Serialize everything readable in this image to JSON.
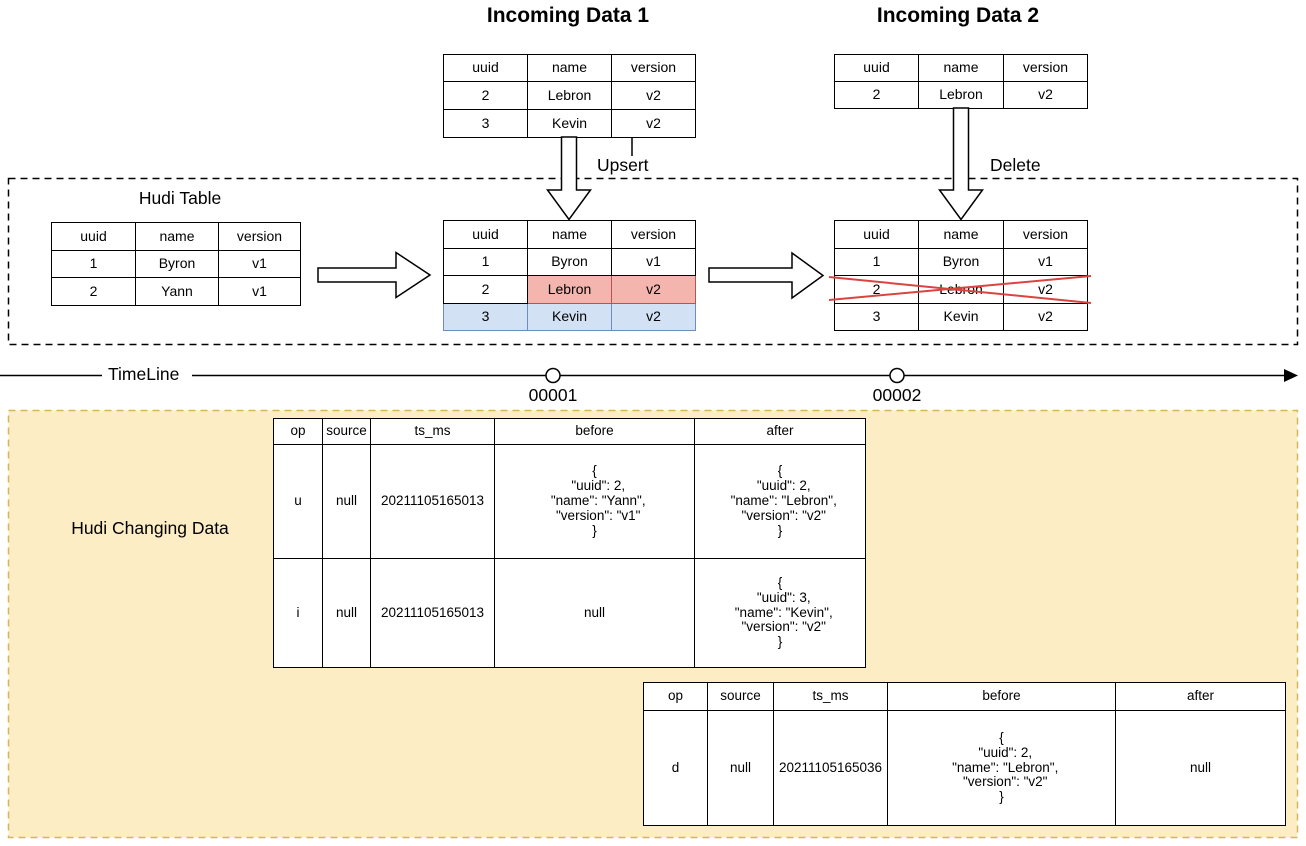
{
  "diagram": {
    "incoming1": {
      "title": "Incoming Data 1",
      "headers": [
        "uuid",
        "name",
        "version"
      ],
      "rows": [
        [
          "2",
          "Lebron",
          "v2"
        ],
        [
          "3",
          "Kevin",
          "v2"
        ]
      ]
    },
    "incoming2": {
      "title": "Incoming Data 2",
      "headers": [
        "uuid",
        "name",
        "version"
      ],
      "rows": [
        [
          "2",
          "Lebron",
          "v2"
        ]
      ]
    },
    "upsert_label": "Upsert",
    "delete_label": "Delete",
    "hudi_box": {
      "title": "Hudi Table",
      "initial": {
        "headers": [
          "uuid",
          "name",
          "version"
        ],
        "rows": [
          [
            "1",
            "Byron",
            "v1"
          ],
          [
            "2",
            "Yann",
            "v1"
          ]
        ]
      },
      "after_upsert": {
        "headers": [
          "uuid",
          "name",
          "version"
        ],
        "rows": [
          [
            "1",
            "Byron",
            "v1"
          ],
          [
            "2",
            "Lebron",
            "v2"
          ],
          [
            "3",
            "Kevin",
            "v2"
          ]
        ]
      },
      "after_delete": {
        "headers": [
          "uuid",
          "name",
          "version"
        ],
        "rows": [
          [
            "1",
            "Byron",
            "v1"
          ],
          [
            "2",
            "Lebron",
            "v2"
          ],
          [
            "3",
            "Kevin",
            "v2"
          ]
        ]
      }
    },
    "timeline": {
      "label": "TimeLine",
      "commits": [
        "00001",
        "00002"
      ]
    },
    "changing": {
      "title": "Hudi Changing Data",
      "log1": {
        "headers": [
          "op",
          "source",
          "ts_ms",
          "before",
          "after"
        ],
        "rows": [
          {
            "op": "u",
            "source": "null",
            "ts_ms": "20211105165013",
            "before": "{\n  \"uuid\": 2,\n  \"name\": \"Yann\",\n  \"version\": \"v1\"\n}",
            "after": "{\n  \"uuid\": 2,\n  \"name\": \"Lebron\",\n  \"version\": \"v2\"\n}"
          },
          {
            "op": "i",
            "source": "null",
            "ts_ms": "20211105165013",
            "before": "null",
            "after": "{\n  \"uuid\": 3,\n  \"name\": \"Kevin\",\n  \"version\": \"v2\"\n}"
          }
        ]
      },
      "log2": {
        "headers": [
          "op",
          "source",
          "ts_ms",
          "before",
          "after"
        ],
        "rows": [
          {
            "op": "d",
            "source": "null",
            "ts_ms": "20211105165036",
            "before": "{\n  \"uuid\": 2,\n  \"name\": \"Lebron\",\n  \"version\": \"v2\"\n}",
            "after": "null"
          }
        ]
      }
    },
    "colors": {
      "upsert_row_fill": "#f4b5af",
      "upsert_row_border": "#b85450",
      "insert_row_fill": "#d3e1f5",
      "insert_row_border": "#6c8ebf",
      "changing_box_fill": "#fcedc5",
      "changing_box_border": "#d6b656",
      "delete_cross": "#d9443f"
    }
  }
}
